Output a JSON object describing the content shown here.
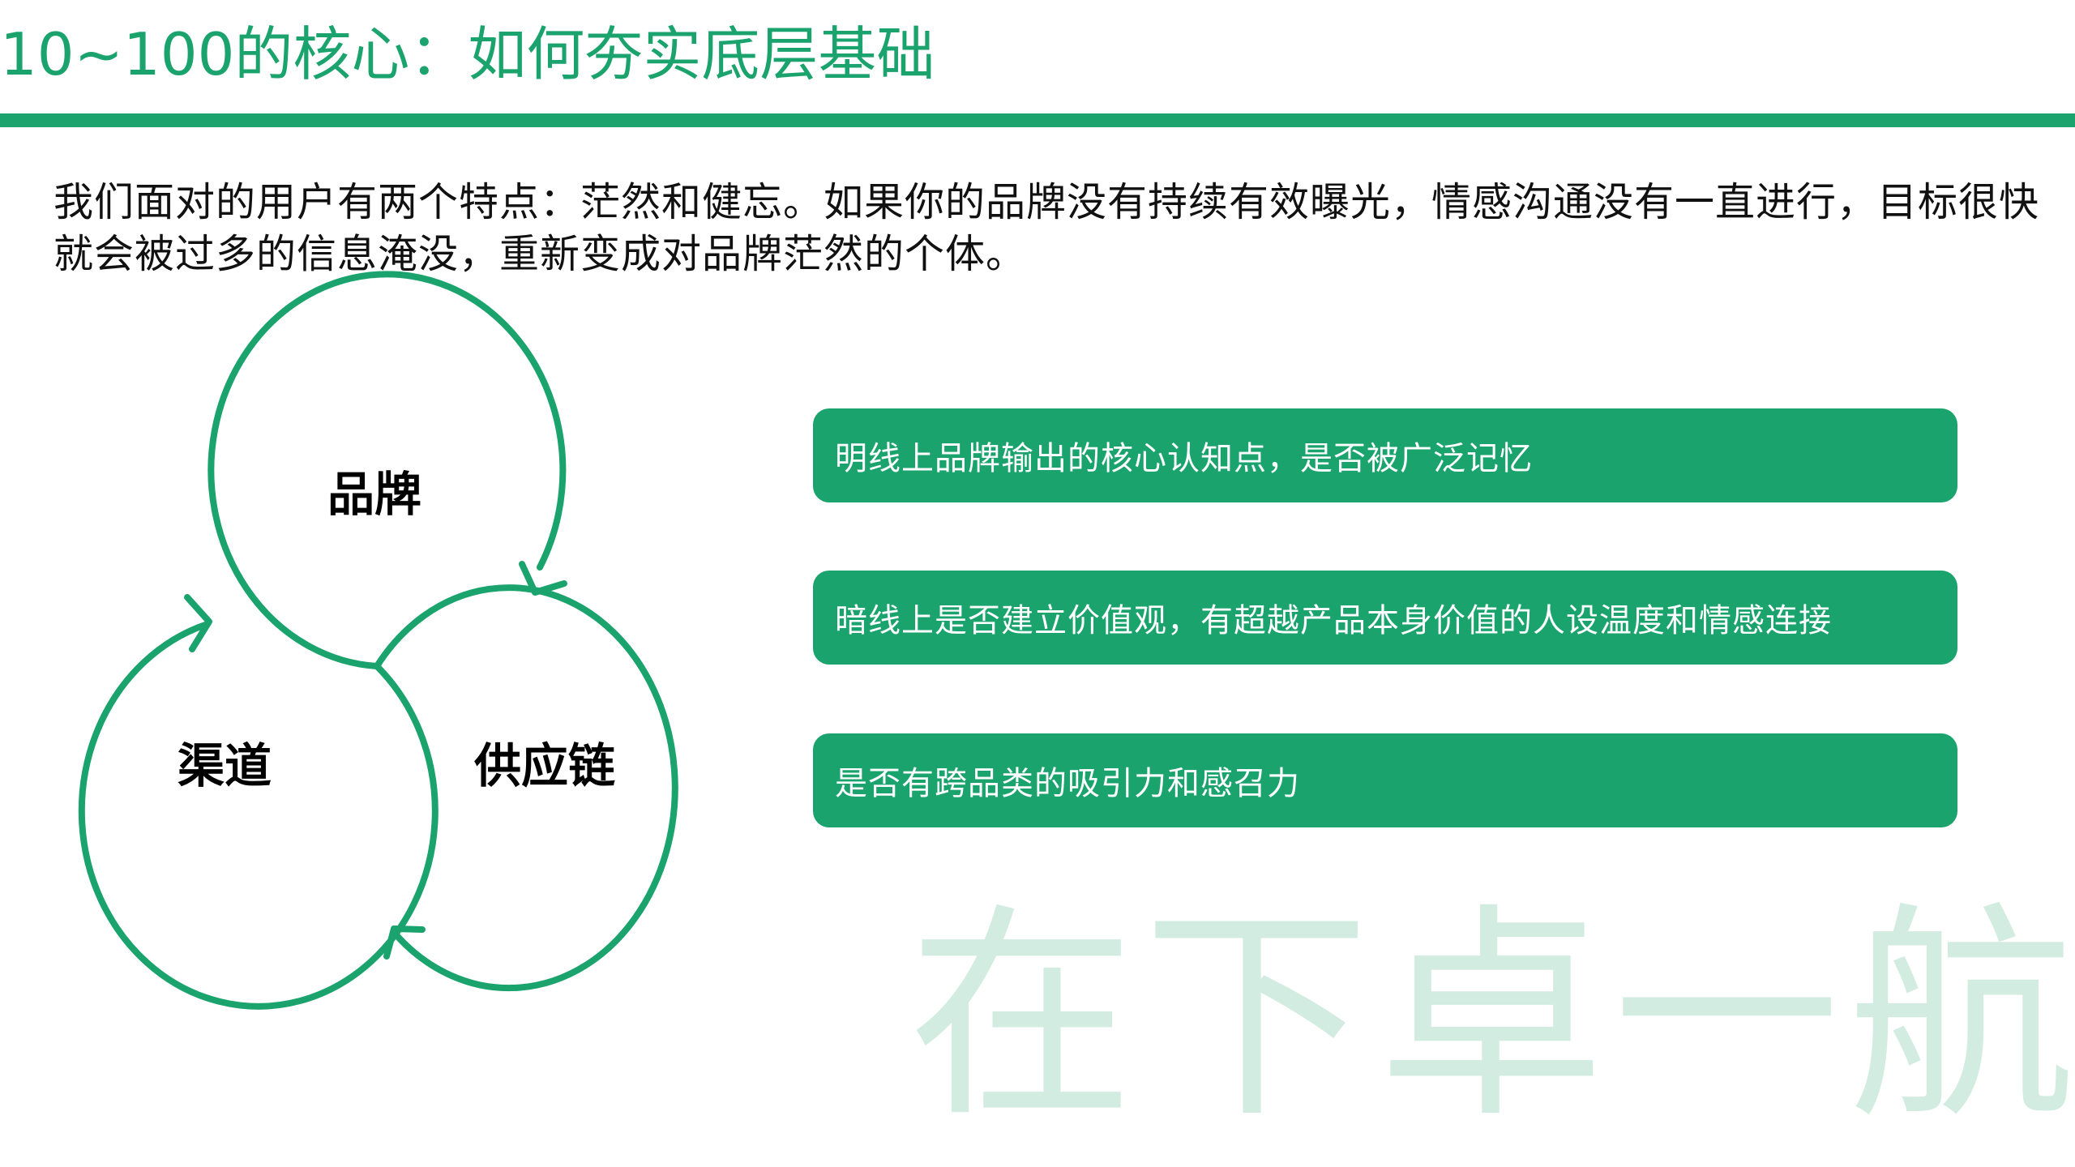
{
  "slide": {
    "title": "10~100的核心：如何夯实底层基础",
    "intro": "我们面对的用户有两个特点：茫然和健忘。如果你的品牌没有持续有效曝光，情感沟通没有一直进行，目标很快就会被过多的信息淹没，重新变成对品牌茫然的个体。",
    "accent_color": "#1aa36d",
    "watermark": "在下卓一航"
  },
  "diagram": {
    "nodes": [
      {
        "id": "brand",
        "label": "品牌"
      },
      {
        "id": "channel",
        "label": "渠道"
      },
      {
        "id": "supply",
        "label": "供应链"
      }
    ],
    "cycle": [
      "品牌",
      "供应链",
      "渠道"
    ],
    "arrow_icons": [
      "arrow-brand-to-supply-icon",
      "arrow-supply-to-channel-icon",
      "arrow-channel-to-brand-icon"
    ]
  },
  "cards": [
    {
      "text": "明线上品牌输出的核心认知点，是否被广泛记忆"
    },
    {
      "text": "暗线上是否建立价值观，有超越产品本身价值的人设温度和情感连接"
    },
    {
      "text": "是否有跨品类的吸引力和感召力"
    }
  ]
}
